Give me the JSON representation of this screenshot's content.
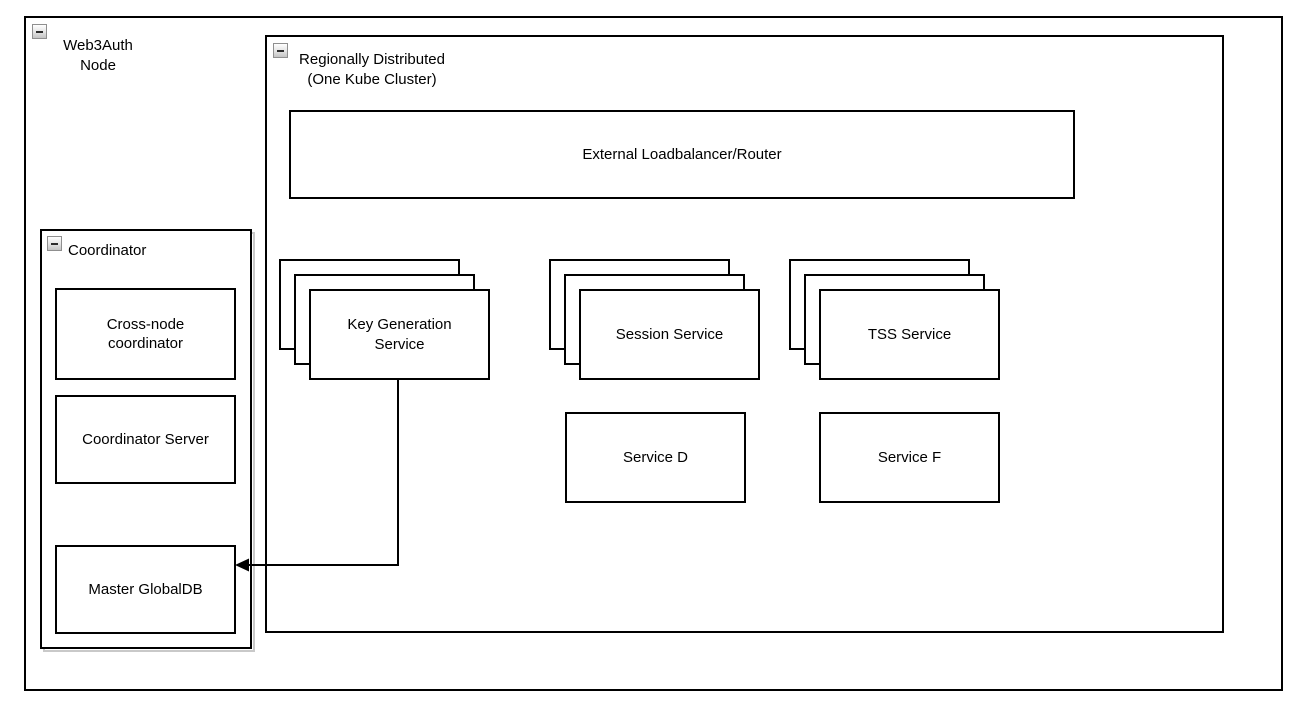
{
  "colors": {
    "stroke": "#000000",
    "fill": "#ffffff",
    "text": "#000000",
    "ghost_outline": "#c9c9c9",
    "collapse_button_border": "#8f8f8f"
  },
  "icons": {
    "collapse": "minus-icon"
  },
  "web3auth_node": {
    "line1": "Web3Auth",
    "line2": "Node"
  },
  "region": {
    "line1": "Regionally Distributed",
    "line2": "(One Kube Cluster)"
  },
  "loadbalancer": {
    "label": "External Loadbalancer/Router"
  },
  "key_generation": {
    "line1": "Key Generation",
    "line2": "Service",
    "replicas": 3
  },
  "session_service": {
    "label": "Session Service",
    "replicas": 3
  },
  "tss_service": {
    "label": "TSS Service",
    "replicas": 3
  },
  "service_d": {
    "label": "Service D"
  },
  "service_f": {
    "label": "Service F"
  },
  "coordinator": {
    "title": "Coordinator",
    "cross_node": {
      "line1": "Cross-node",
      "line2": "coordinator"
    },
    "server": {
      "label": "Coordinator Server"
    },
    "master_db": {
      "label": "Master GlobalDB"
    }
  },
  "edges": [
    {
      "from": "Key Generation Service",
      "to": "Master GlobalDB",
      "style": "orthogonal",
      "arrow": "filled-left-arrowhead"
    }
  ]
}
